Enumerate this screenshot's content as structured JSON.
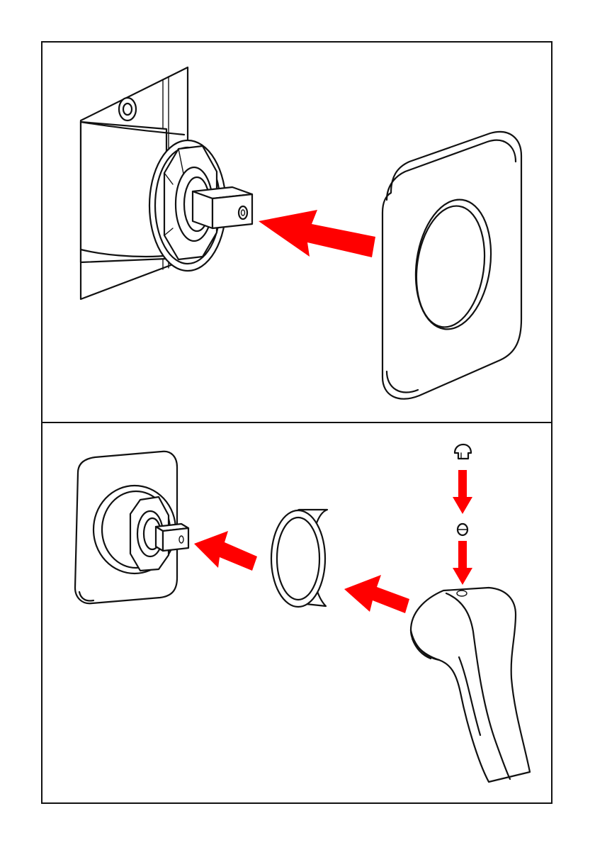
{
  "colors": {
    "arrow": "#ff0000",
    "line": "#111111",
    "background": "#ffffff"
  },
  "steps": [
    {
      "parts": [
        "valve-body",
        "square-spindle",
        "cover-plate"
      ],
      "arrows": [
        {
          "direction": "left"
        }
      ]
    },
    {
      "parts": [
        "mounted-plate",
        "spindle",
        "collar-sleeve",
        "lever-handle",
        "set-screw",
        "cap-plug"
      ],
      "arrows": [
        {
          "direction": "left"
        },
        {
          "direction": "left"
        },
        {
          "direction": "down"
        },
        {
          "direction": "down"
        }
      ]
    }
  ]
}
